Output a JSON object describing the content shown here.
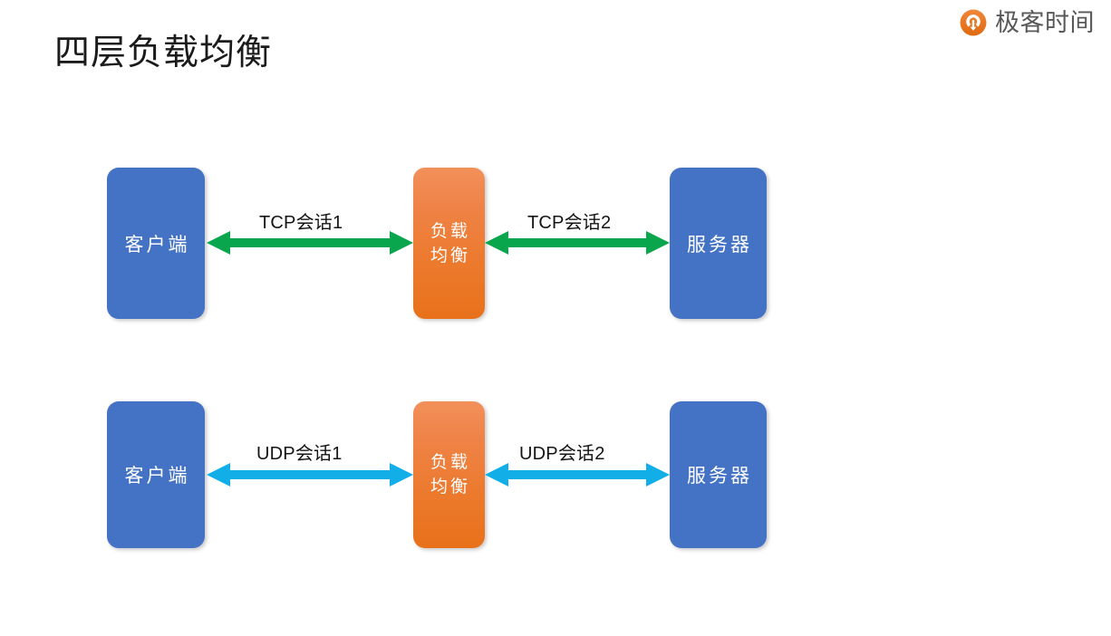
{
  "page": {
    "title": "四层负载均衡",
    "background": "#ffffff"
  },
  "brand": {
    "name": "极客时间",
    "icon": "geektime-logo-icon",
    "icon_color": "#e8711a",
    "text_color": "#58585a"
  },
  "colors": {
    "node_blue": "#4472c4",
    "node_orange_top": "#f2905a",
    "node_orange_bottom": "#e8711a",
    "arrow_green": "#0aa64d",
    "arrow_cyan": "#12aee8",
    "text_dark": "#1b1b1b",
    "node_text": "#ffffff"
  },
  "diagram": {
    "type": "network-flow",
    "rows": [
      {
        "id": "tcp-row",
        "protocol": "TCP",
        "arrow_color": "#0aa64d",
        "nodes": [
          {
            "id": "client",
            "label": "客户端",
            "lines": [
              "客户端"
            ],
            "kind": "blue"
          },
          {
            "id": "load-balancer",
            "label": "负载均衡",
            "lines": [
              "负载",
              "均衡"
            ],
            "kind": "orange"
          },
          {
            "id": "server",
            "label": "服务器",
            "lines": [
              "服务器"
            ],
            "kind": "blue"
          }
        ],
        "edges": [
          {
            "id": "tcp-session-1",
            "label": "TCP会话1",
            "from": "client",
            "to": "load-balancer",
            "direction": "bidirectional"
          },
          {
            "id": "tcp-session-2",
            "label": "TCP会话2",
            "from": "load-balancer",
            "to": "server",
            "direction": "bidirectional"
          }
        ]
      },
      {
        "id": "udp-row",
        "protocol": "UDP",
        "arrow_color": "#12aee8",
        "nodes": [
          {
            "id": "client",
            "label": "客户端",
            "lines": [
              "客户端"
            ],
            "kind": "blue"
          },
          {
            "id": "load-balancer",
            "label": "负载均衡",
            "lines": [
              "负载",
              "均衡"
            ],
            "kind": "orange"
          },
          {
            "id": "server",
            "label": "服务器",
            "lines": [
              "服务器"
            ],
            "kind": "blue"
          }
        ],
        "edges": [
          {
            "id": "udp-session-1",
            "label": "UDP会话1",
            "from": "client",
            "to": "load-balancer",
            "direction": "bidirectional"
          },
          {
            "id": "udp-session-2",
            "label": "UDP会话2",
            "from": "load-balancer",
            "to": "server",
            "direction": "bidirectional"
          }
        ]
      }
    ]
  }
}
